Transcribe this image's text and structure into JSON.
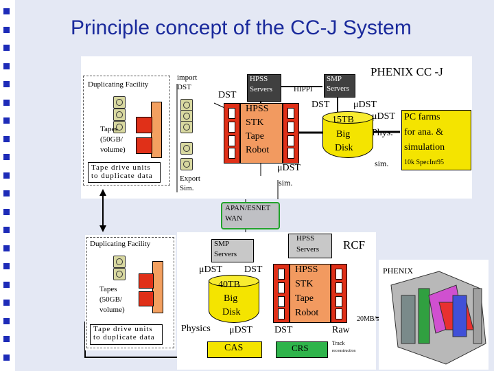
{
  "slide": {
    "title": "Principle concept of the CC-J System",
    "bullets_count": 20
  },
  "top_panel": {
    "header": "PHENIX CC -J",
    "duplicating_facility": "Duplicating Facility",
    "import_dst": [
      "import",
      "DST"
    ],
    "tapes": [
      "Tapes",
      "(50GB/",
      "volume)"
    ],
    "tape_drive_units": [
      "Tape drive units",
      "to duplicate data"
    ],
    "export_sim": [
      "Export",
      "Sim."
    ],
    "hpss_servers": [
      "HPSS",
      "Servers"
    ],
    "smp_servers": [
      "SMP",
      "Servers"
    ],
    "hippi": "HIPPI",
    "dst_left": "DST",
    "dst_mid": "DST",
    "udst_top": "μDST",
    "udst_right": "μDST",
    "phys": "Phys.",
    "sim": "sim.",
    "hpss_robot": [
      "HPSS",
      "STK",
      "Tape",
      "Robot"
    ],
    "big_disk": [
      "15TB",
      "Big",
      "Disk"
    ],
    "udst_bottom": "μDST",
    "sim_bottom": "sim.",
    "pc_farms": [
      "PC farms",
      "for ana. &",
      "simulation"
    ],
    "spec": "10k SpecInt95"
  },
  "wan": [
    "APAN/ESNET",
    "WAN"
  ],
  "bottom_panel": {
    "rcf": "RCF",
    "duplicating_facility": "Duplicating Facility",
    "tapes": [
      "Tapes",
      "(50GB/",
      "volume)"
    ],
    "tape_drive_units": [
      "Tape drive units",
      "to duplicate data"
    ],
    "smp_servers": [
      "SMP",
      "Servers"
    ],
    "hpss_servers": [
      "HPSS",
      "Servers"
    ],
    "udst": "μDST",
    "dst": "DST",
    "big_disk": [
      "40TB",
      "Big",
      "Disk"
    ],
    "hpss_robot": [
      "HPSS",
      "STK",
      "Tape",
      "Robot"
    ],
    "physics": "Physics",
    "udst2": "μDST",
    "dst2": "DST",
    "raw": "Raw",
    "rate": "20MB/s",
    "cas": "CAS",
    "crs": "CRS",
    "track": "Track",
    "track_sub": "reconstruction"
  },
  "phenix": "PHENIX",
  "colors": {
    "title": "#1a2a9c",
    "bullet": "#1d2bb8",
    "disk": "#f4e400",
    "robot": "#f29a60",
    "shelf": "#e03018",
    "wan_border": "#21a32b"
  }
}
